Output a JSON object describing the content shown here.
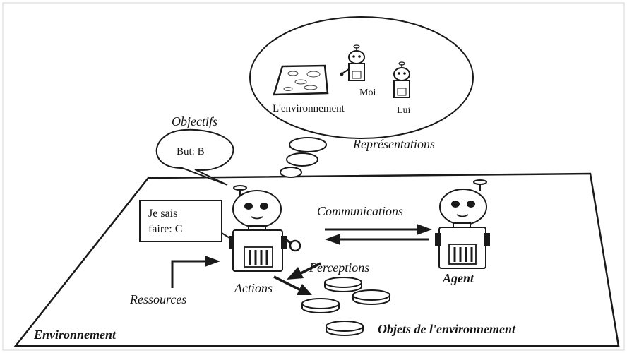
{
  "labels": {
    "objectifs": "Objectifs",
    "but": "But: B",
    "representations": "Représentations",
    "env_repr": "L'environnement",
    "moi": "Moi",
    "lui": "Lui",
    "je_sais": "Je sais",
    "faire": "faire: C",
    "communications": "Communications",
    "perceptions": "Perceptions",
    "actions": "Actions",
    "ressources": "Ressources",
    "agent": "Agent",
    "environnement": "Environnement",
    "objets": "Objets de l'environnement"
  }
}
